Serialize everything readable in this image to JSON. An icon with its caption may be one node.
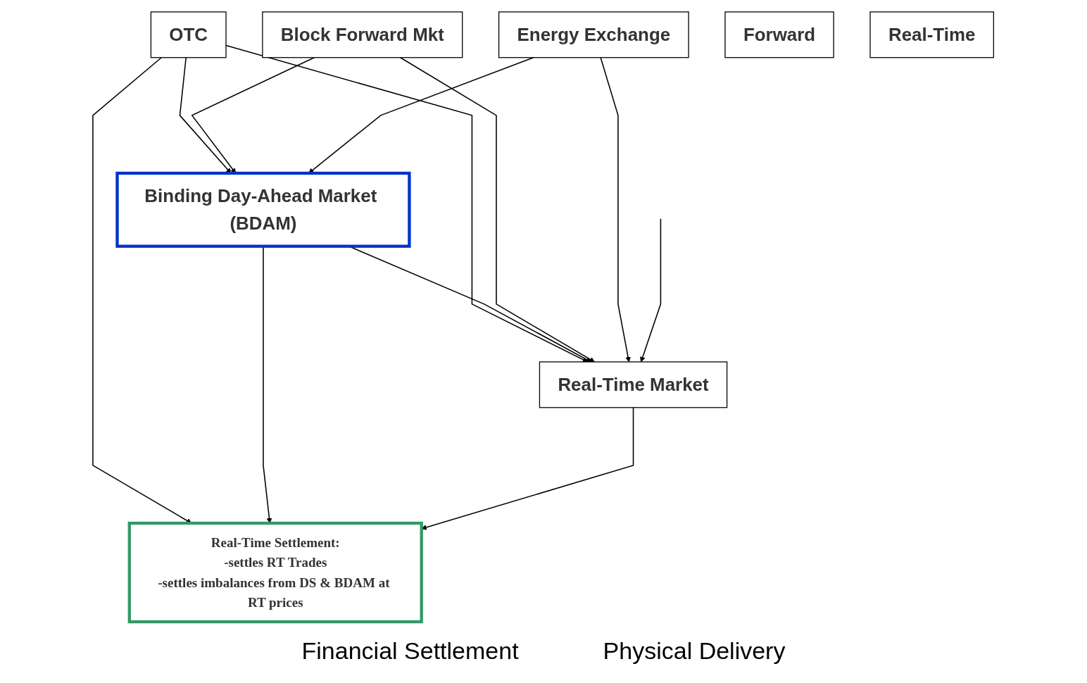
{
  "diagram": {
    "nodes": [
      {
        "text": [
          "OTC"
        ]
      },
      {
        "text": [
          "Block Forward Mkt"
        ]
      },
      {
        "text": [
          "Energy Exchange"
        ]
      },
      {
        "text": [
          "Binding Day-Ahead Market (BDAM)"
        ]
      },
      {
        "text": [
          "Forward"
        ]
      },
      {
        "text": [
          "Real-Time"
        ]
      },
      {
        "text": [
          "Real-Time Market"
        ]
      },
      {
        "text": [
          "Real-Time Settlement:",
          "-settles RT Trades",
          "-settles imbalances from DS & BDAM at RT prices"
        ]
      }
    ],
    "edges": [
      {
        "from": 0,
        "to": 3,
        "arrow": "to"
      },
      {
        "from": 1,
        "to": 3,
        "arrow": "to"
      },
      {
        "from": 2,
        "to": 3,
        "arrow": "to"
      },
      {
        "from": 0,
        "to": 7,
        "arrow": "to"
      },
      {
        "from": 3,
        "to": 7,
        "arrow": "to"
      },
      {
        "from": 0,
        "to": 6,
        "arrow": "to"
      },
      {
        "from": 3,
        "to": 6,
        "arrow": "to"
      },
      {
        "from": 1,
        "to": 6,
        "arrow": "to"
      },
      {
        "from": 2,
        "to": 6,
        "arrow": "to"
      },
      {
        "from": null,
        "to": 6,
        "arrow": "to"
      },
      {
        "from": 6,
        "to": 7,
        "arrow": "to"
      }
    ],
    "labels": [
      "Financial Settlement",
      "Physical Delivery"
    ]
  }
}
